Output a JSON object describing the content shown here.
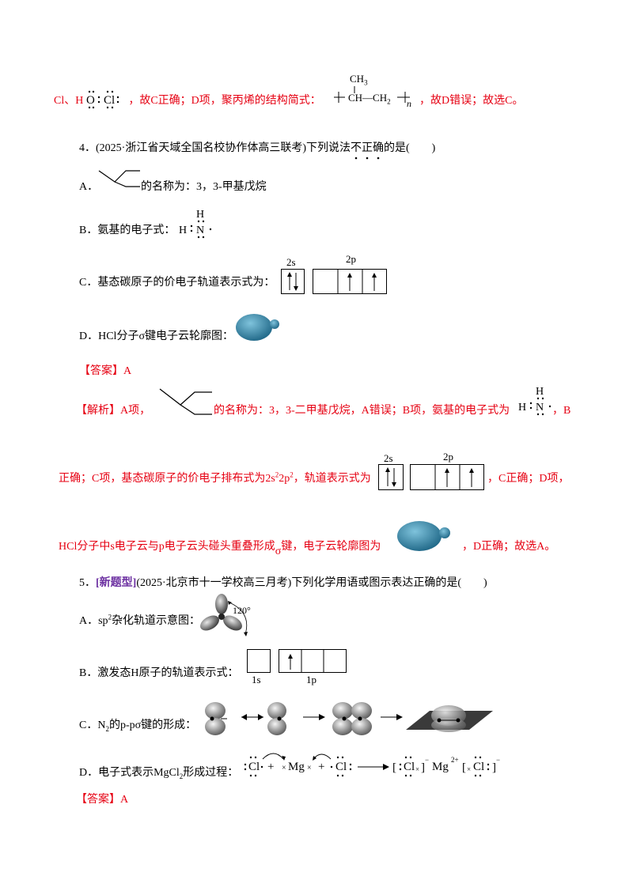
{
  "prev_answer": {
    "lead": "Cl、H",
    "struct_formula_text": "，故C正确；D项，聚丙烯的结构简式：",
    "ch3": "CH",
    "ch3_sub": "3",
    "chain_left": "CH—CH",
    "chain_sub": "2",
    "n": "n",
    "tail": "，故D错误；故选C。"
  },
  "q4": {
    "stem": "4．(2025·浙江省天域全国名校协作体高三联考)下列说法不正确的是(　　)",
    "a": "A．",
    "a_text": "的名称为：3，3-甲基戊烷",
    "b": "B．氨基的电子式：",
    "c": "C．基态碳原子的价电子轨道表示式为：",
    "c_2s": "2s",
    "c_2p": "2p",
    "d": "D．HCl分子σ键电子云轮廓图：",
    "answer_tag": "【答案】A",
    "analysis_tag": "【解析】A项，",
    "analysis_1": "的名称为：3，3-二甲基戊烷，A错误；B项，氨基的电子式为",
    "analysis_1b": "，B",
    "analysis_2a": "正确；C项，基态碳原子的价电子排布式为2s",
    "analysis_2sup1": "2",
    "analysis_2mid": "2p",
    "analysis_2sup2": "2",
    "analysis_2b": "，轨道表示式为",
    "analysis_2c": "，C正确；D项，",
    "analysis_3a": "HCl分子中s电子云与p电子云头碰头重叠形成",
    "sigma": "σ",
    "analysis_3b": "键，电子云轮廓图为",
    "analysis_3c": "，D正确；故选A。"
  },
  "q5": {
    "num": "5．",
    "tag": "[新题型]",
    "stem": "(2025·北京市十一学校高三月考)下列化学用语或图示表达正确的是(　　)",
    "a": "A．sp",
    "a_sup": "2",
    "a_text": "杂化轨道示意图：",
    "angle": "120°",
    "b": "B．激发态H原子的轨道表示式：",
    "b_1s": "1s",
    "b_1p": "1p",
    "c": "C．N",
    "c_sub": "2",
    "c_text": "的p-pσ键的形成：",
    "d": "D．电子式表示MgCl",
    "d_sub": "2",
    "d_text": "形成过程：",
    "answer_tag": "【答案】A"
  }
}
